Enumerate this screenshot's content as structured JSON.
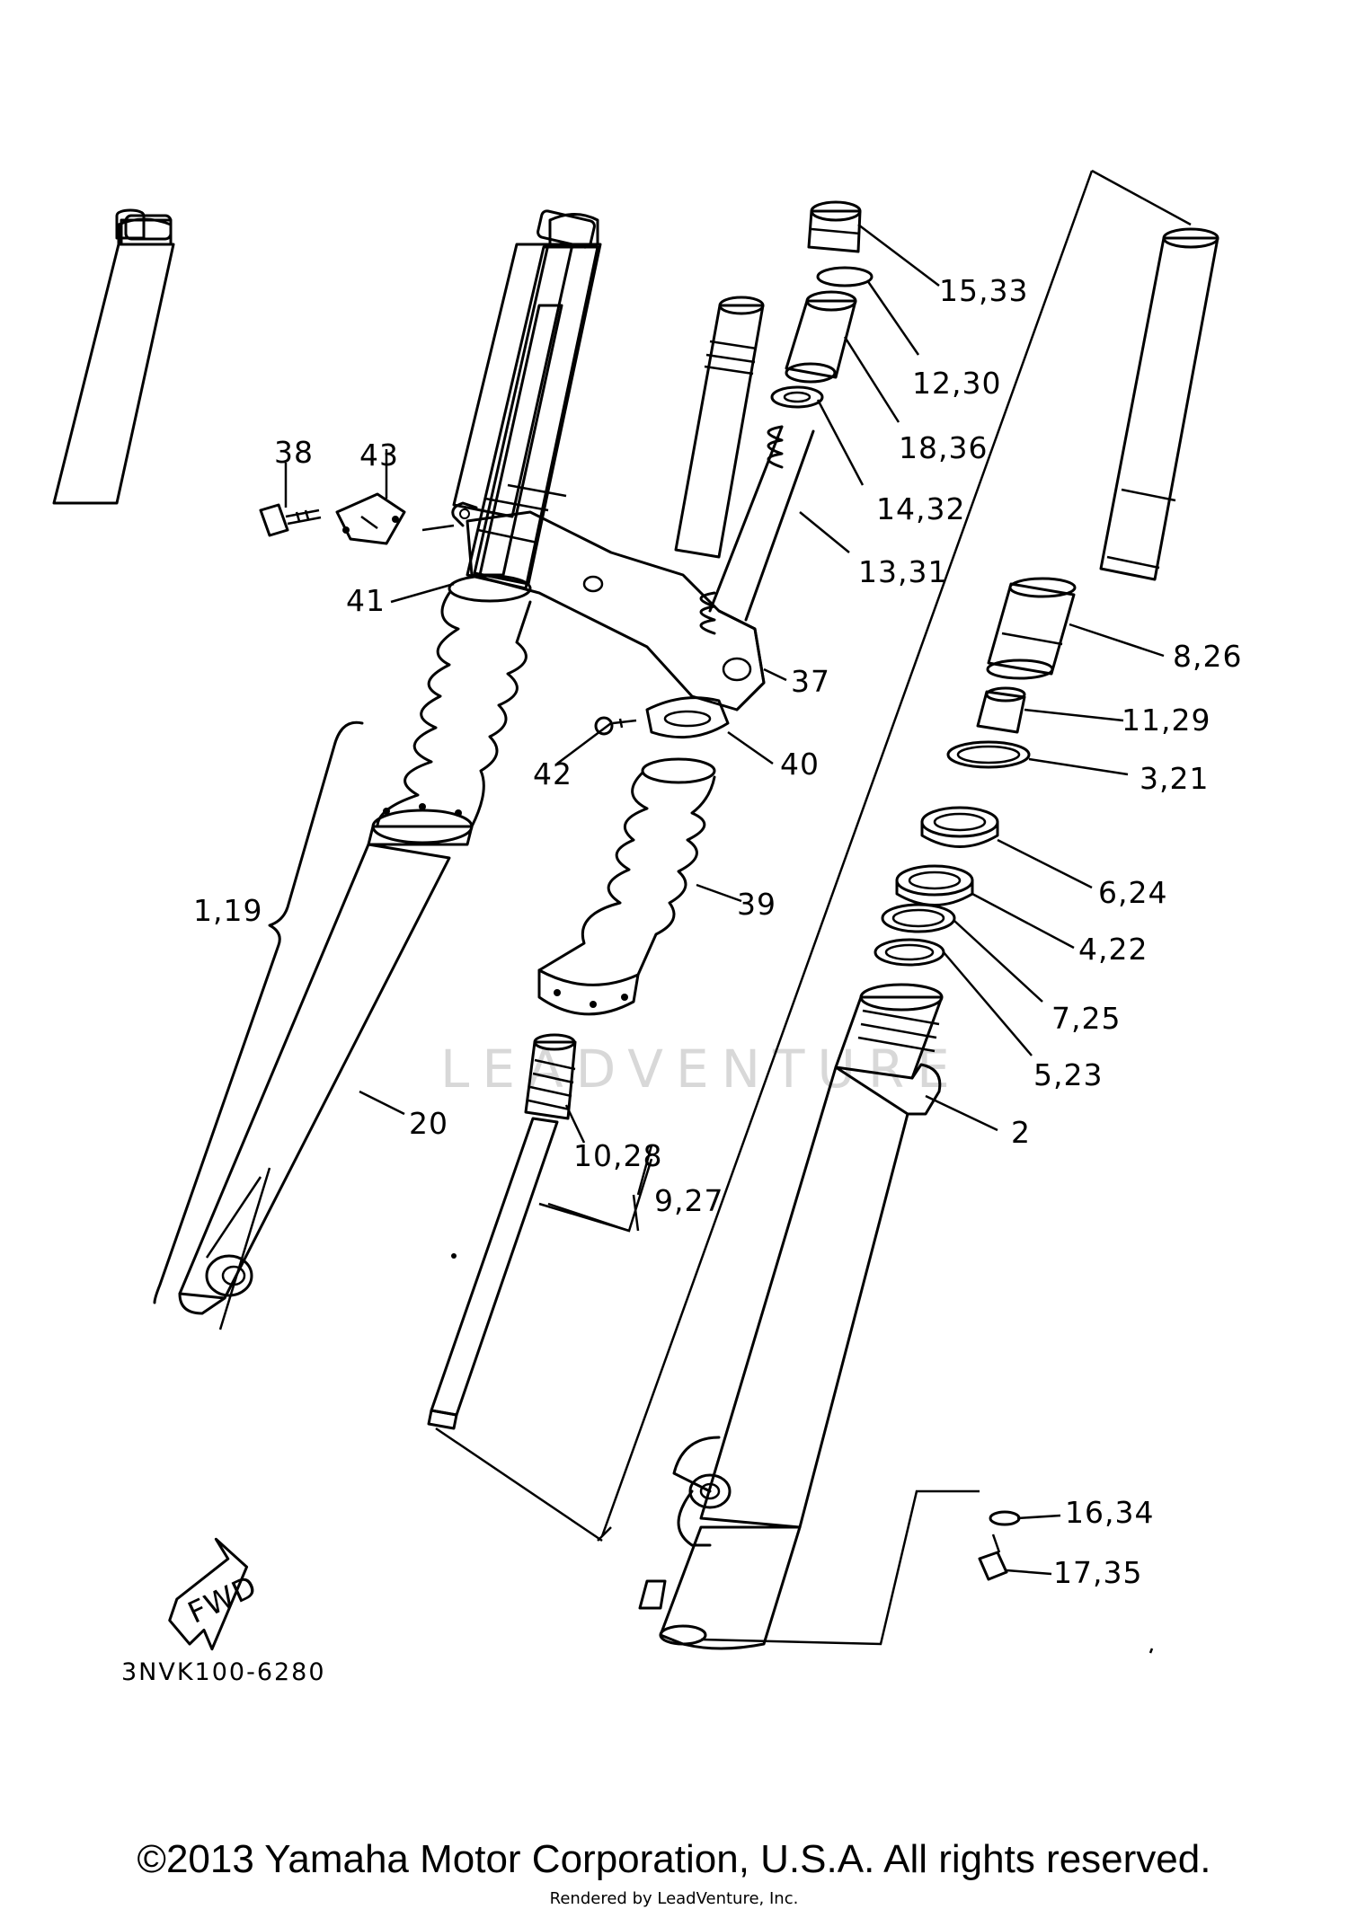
{
  "labels": {
    "p15_33": "15,33",
    "p12_30": "12,30",
    "p18_36": "18,36",
    "p14_32": "14,32",
    "p13_31": "13,31",
    "p38": "38",
    "p43": "43",
    "p41": "41",
    "p37": "37",
    "p8_26": "8,26",
    "p11_29": "11,29",
    "p3_21": "3,21",
    "p42": "42",
    "p40": "40",
    "p1_19": "1,19",
    "p39": "39",
    "p6_24": "6,24",
    "p4_22": "4,22",
    "p7_25": "7,25",
    "p5_23": "5,23",
    "p20": "20",
    "p10_28": "10,28",
    "p2": "2",
    "p9_27": "9,27",
    "p16_34": "16,34",
    "p17_35": "17,35"
  },
  "fwd_label": "FWD",
  "diagram_code": "3NVK100-6280",
  "watermark": "LEADVENTURE",
  "copyright": "©2013 Yamaha Motor Corporation, U.S.A. All rights reserved.",
  "rendered_by": "Rendered by LeadVenture, Inc."
}
